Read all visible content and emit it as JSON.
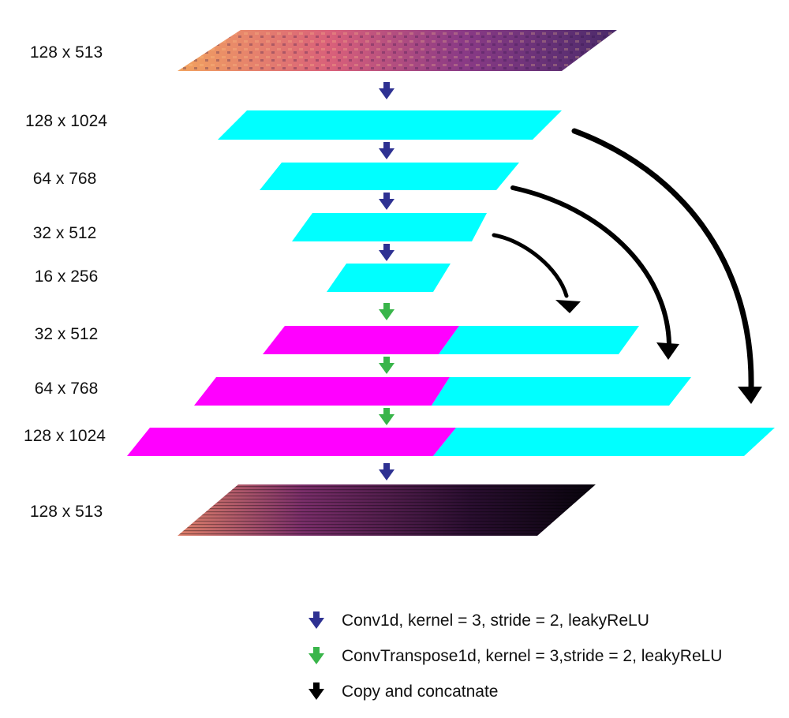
{
  "colors": {
    "encoder": "#00FFFF",
    "decoder": "#FF00FF",
    "conv_arrow": "#2E3192",
    "deconv_arrow": "#39B54A",
    "skip_arrow": "#000000",
    "spec_dark": "#1a0a2a",
    "spec_mid": "#8a3070",
    "spec_bright": "#f0a060"
  },
  "layers": [
    {
      "label": "128 x 513"
    },
    {
      "label": "128 x 1024"
    },
    {
      "label": "64 x 768"
    },
    {
      "label": "32 x 512"
    },
    {
      "label": "16 x 256"
    },
    {
      "label": "32 x 512"
    },
    {
      "label": "64 x 768"
    },
    {
      "label": "128 x 1024"
    },
    {
      "label": "128 x 513"
    }
  ],
  "legend": [
    {
      "label": "Conv1d, kernel = 3, stride = 2, leakyReLU",
      "icon": "blue-down-arrow-icon"
    },
    {
      "label": "ConvTranspose1d, kernel = 3,stride = 2, leakyReLU",
      "icon": "green-down-arrow-icon"
    },
    {
      "label": "Copy and concatnate",
      "icon": "black-down-arrow-icon"
    }
  ]
}
